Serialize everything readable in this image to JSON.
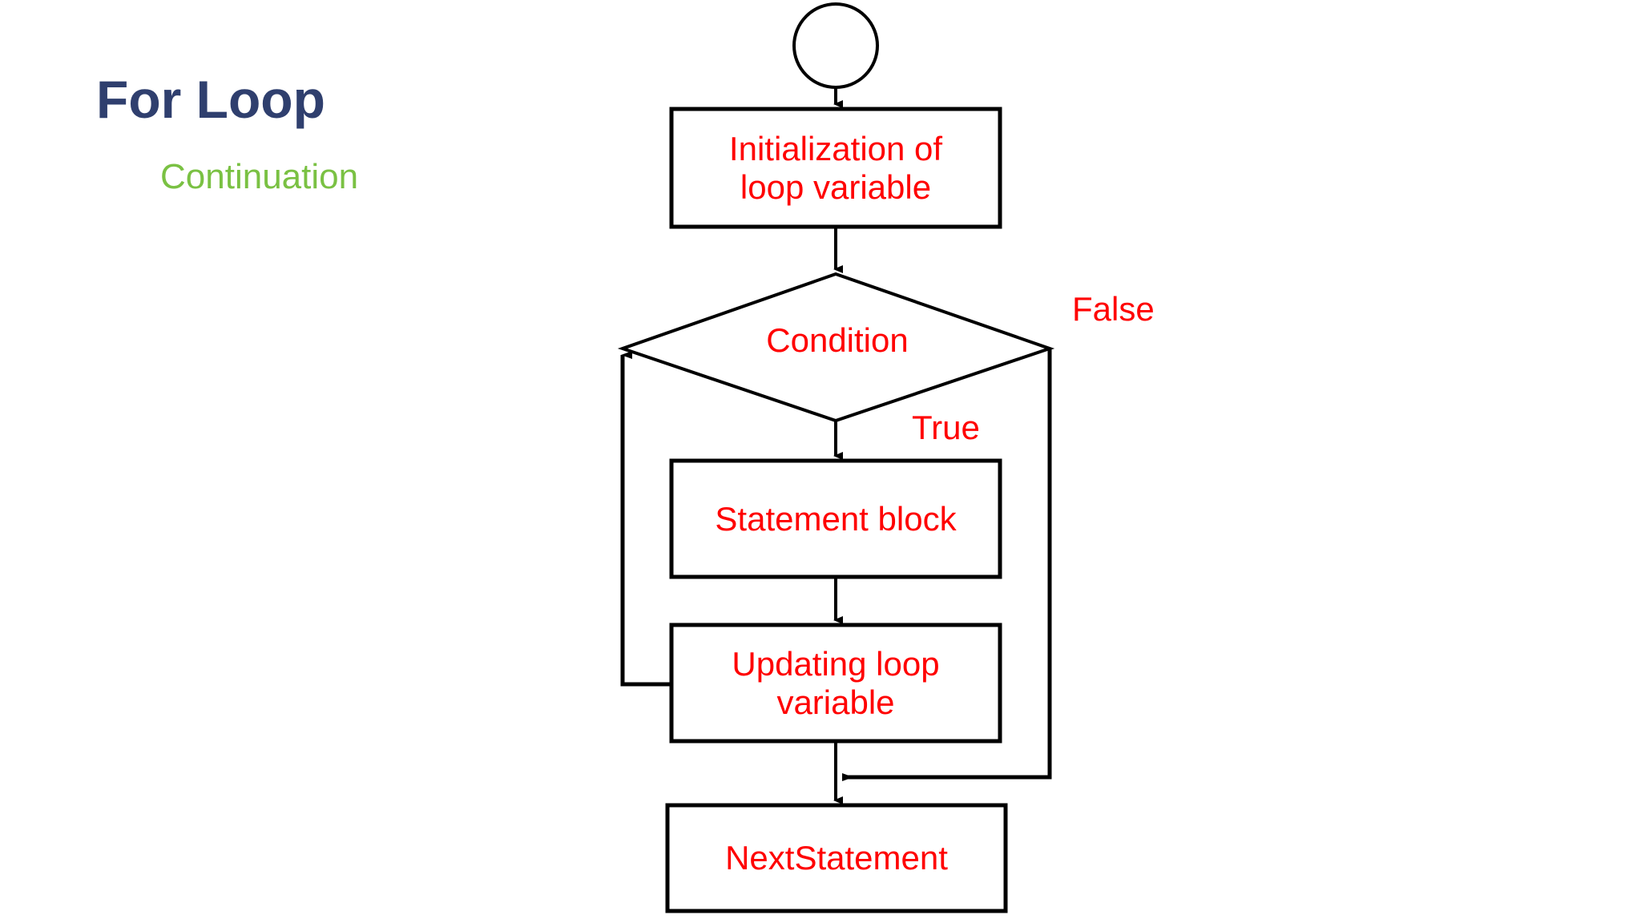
{
  "slide": {
    "title": "For Loop",
    "subtitle": "Continuation",
    "title_color": "#2f3f6e",
    "subtitle_color": "#7ac143",
    "background_color": "#ffffff"
  },
  "diagram": {
    "type": "flowchart",
    "node_text_color": "#ff0000",
    "stroke_color": "#000000",
    "nodes": [
      {
        "id": "start",
        "shape": "circle",
        "label": ""
      },
      {
        "id": "init",
        "shape": "rectangle",
        "label": "Initialization of\nloop variable"
      },
      {
        "id": "condition",
        "shape": "diamond",
        "label": "Condition"
      },
      {
        "id": "statement",
        "shape": "rectangle",
        "label": "Statement block"
      },
      {
        "id": "update",
        "shape": "rectangle",
        "label": "Updating loop\nvariable"
      },
      {
        "id": "next",
        "shape": "rectangle",
        "label": "NextStatement"
      }
    ],
    "edge_labels": {
      "false_branch": "False",
      "true_branch": "True"
    },
    "edges": [
      {
        "from": "start",
        "to": "init",
        "label": ""
      },
      {
        "from": "init",
        "to": "condition",
        "label": ""
      },
      {
        "from": "condition",
        "to": "statement",
        "label": "True"
      },
      {
        "from": "condition",
        "to": "next",
        "label": "False"
      },
      {
        "from": "statement",
        "to": "update",
        "label": ""
      },
      {
        "from": "update",
        "to": "condition",
        "label": ""
      }
    ]
  }
}
